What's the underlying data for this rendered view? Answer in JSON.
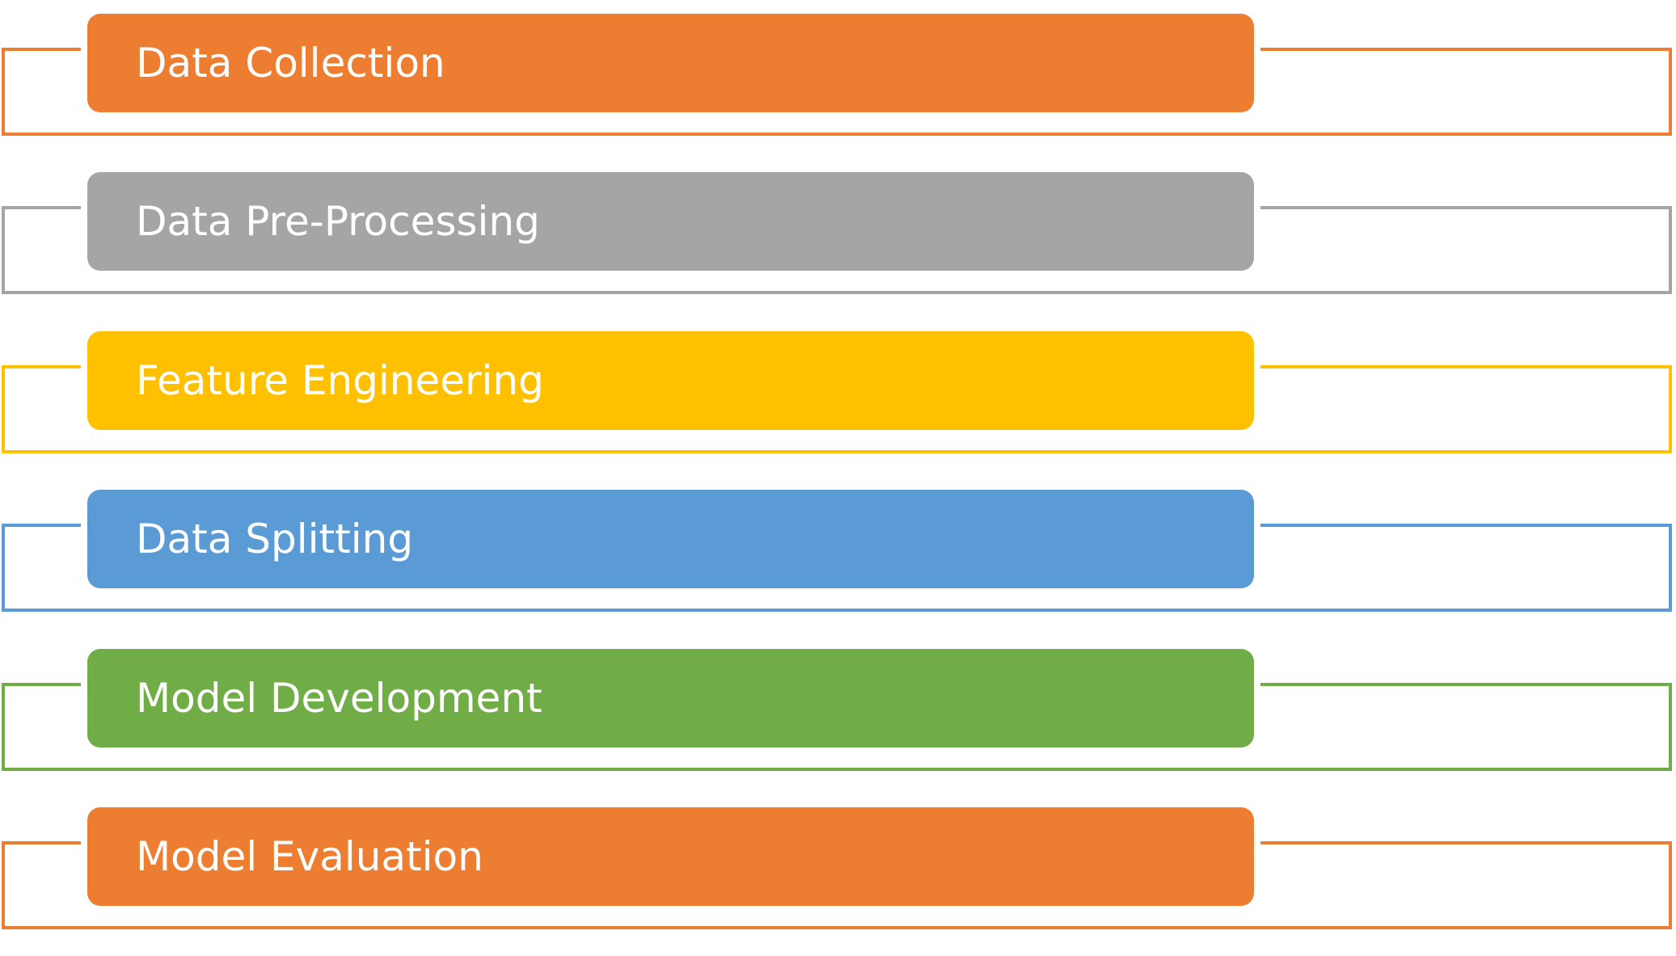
{
  "steps": [
    {
      "label": "Data Collection",
      "color": "#ED7D31"
    },
    {
      "label": "Data Pre-Processing",
      "color": "#A5A5A5"
    },
    {
      "label": "Feature Engineering",
      "color": "#FFC000"
    },
    {
      "label": "Data Splitting",
      "color": "#5B9BD5"
    },
    {
      "label": "Model Development",
      "color": "#70AD47"
    },
    {
      "label": "Model Evaluation",
      "color": "#ED7D31"
    }
  ]
}
